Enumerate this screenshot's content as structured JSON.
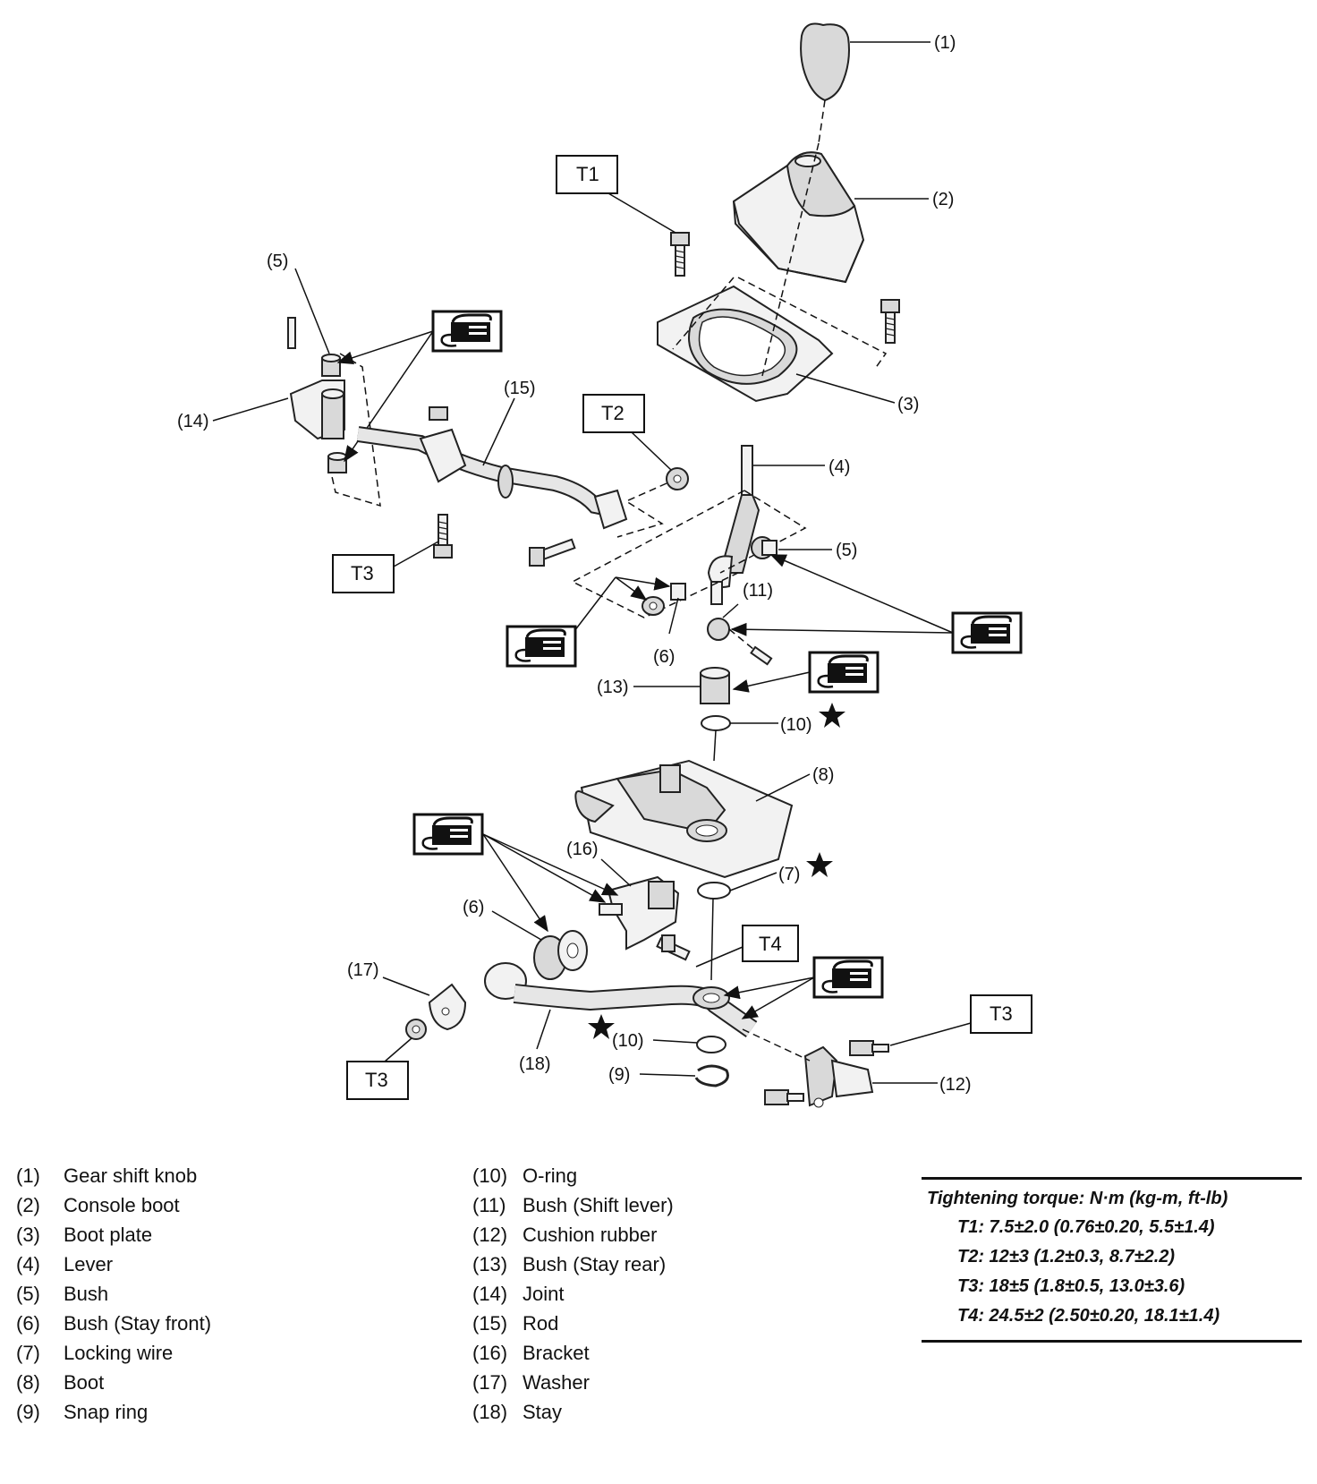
{
  "callouts": {
    "c1": "(1)",
    "c2": "(2)",
    "c3": "(3)",
    "c4": "(4)",
    "c5a": "(5)",
    "c5b": "(5)",
    "c6a": "(6)",
    "c6b": "(6)",
    "c7": "(7)",
    "c8": "(8)",
    "c9": "(9)",
    "c10a": "(10)",
    "c10b": "(10)",
    "c11": "(11)",
    "c12": "(12)",
    "c13": "(13)",
    "c14": "(14)",
    "c15": "(15)",
    "c16": "(16)",
    "c17": "(17)",
    "c18": "(18)"
  },
  "torque_boxes": {
    "t1": "T1",
    "t2": "T2",
    "t3a": "T3",
    "t3b": "T3",
    "t3c": "T3",
    "t4": "T4"
  },
  "parts_legend": [
    {
      "num": "(1)",
      "name": "Gear shift knob"
    },
    {
      "num": "(2)",
      "name": "Console boot"
    },
    {
      "num": "(3)",
      "name": "Boot plate"
    },
    {
      "num": "(4)",
      "name": "Lever"
    },
    {
      "num": "(5)",
      "name": "Bush"
    },
    {
      "num": "(6)",
      "name": "Bush (Stay front)"
    },
    {
      "num": "(7)",
      "name": "Locking wire"
    },
    {
      "num": "(8)",
      "name": "Boot"
    },
    {
      "num": "(9)",
      "name": "Snap ring"
    },
    {
      "num": "(10)",
      "name": "O-ring"
    },
    {
      "num": "(11)",
      "name": "Bush (Shift lever)"
    },
    {
      "num": "(12)",
      "name": "Cushion rubber"
    },
    {
      "num": "(13)",
      "name": "Bush (Stay rear)"
    },
    {
      "num": "(14)",
      "name": "Joint"
    },
    {
      "num": "(15)",
      "name": "Rod"
    },
    {
      "num": "(16)",
      "name": "Bracket"
    },
    {
      "num": "(17)",
      "name": "Washer"
    },
    {
      "num": "(18)",
      "name": "Stay"
    }
  ],
  "torque": {
    "title": "Tightening torque: N·m (kg-m, ft-lb)",
    "lines": [
      "T1: 7.5±2.0 (0.76±0.20, 5.5±1.4)",
      "T2: 12±3 (1.2±0.3, 8.7±2.2)",
      "T3: 18±5 (1.8±0.5, 13.0±3.6)",
      "T4: 24.5±2 (2.50±0.20, 18.1±1.4)"
    ]
  },
  "icons": {
    "grease": "grease-gun-icon",
    "star": "star-icon"
  }
}
